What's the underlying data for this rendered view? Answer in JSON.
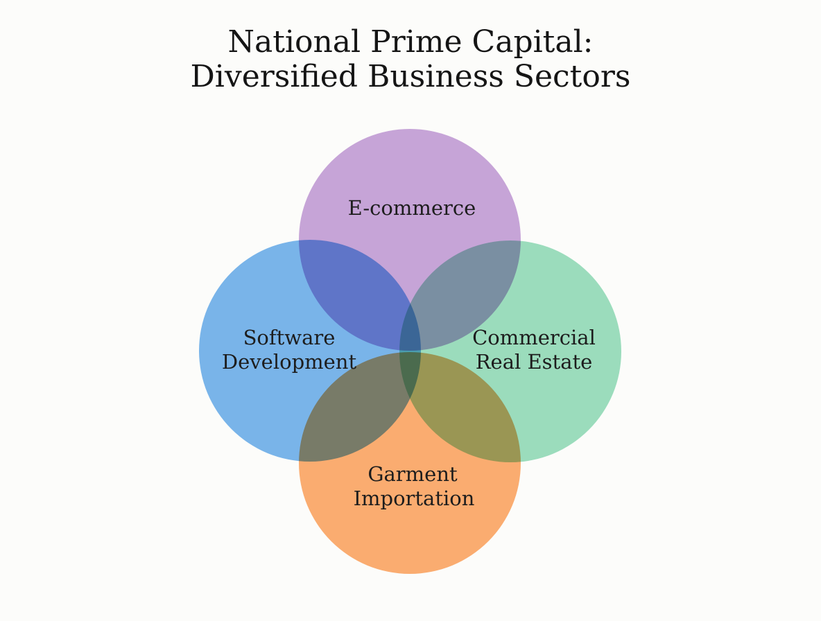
{
  "title": {
    "line1": "National Prime Capital:",
    "line2": "Diversified Business Sectors"
  },
  "colors": {
    "ecommerce": "#c9a6dc",
    "software": "#7ab6ee",
    "real_estate": "#9ddfc0",
    "garment": "#fdae72"
  },
  "sectors": [
    {
      "key": "ecommerce",
      "lines": [
        "E-commerce"
      ]
    },
    {
      "key": "software",
      "lines": [
        "Software",
        "Development"
      ]
    },
    {
      "key": "real_estate",
      "lines": [
        "Commercial",
        "Real Estate"
      ]
    },
    {
      "key": "garment",
      "lines": [
        "Garment",
        "Importation"
      ]
    }
  ]
}
